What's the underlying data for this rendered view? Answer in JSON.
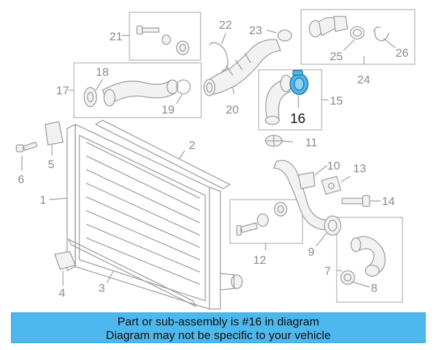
{
  "diagram": {
    "highlighted_part": "16",
    "highlight_color": "#4db8ee",
    "callouts": {
      "c1": "1",
      "c2": "2",
      "c3": "3",
      "c4": "4",
      "c5": "5",
      "c6": "6",
      "c7": "7",
      "c8": "8",
      "c9": "9",
      "c10": "10",
      "c11": "11",
      "c12": "12",
      "c13": "13",
      "c14": "14",
      "c15": "15",
      "c16": "16",
      "c17": "17",
      "c18": "18",
      "c19": "19",
      "c20": "20",
      "c21": "21",
      "c22": "22",
      "c23": "23",
      "c24": "24",
      "c25": "25",
      "c26": "26"
    }
  },
  "banner": {
    "line1": "Part or sub-assembly is #16 in diagram",
    "line2": "Diagram may not be specific to your vehicle",
    "background": "#4db8ee"
  }
}
